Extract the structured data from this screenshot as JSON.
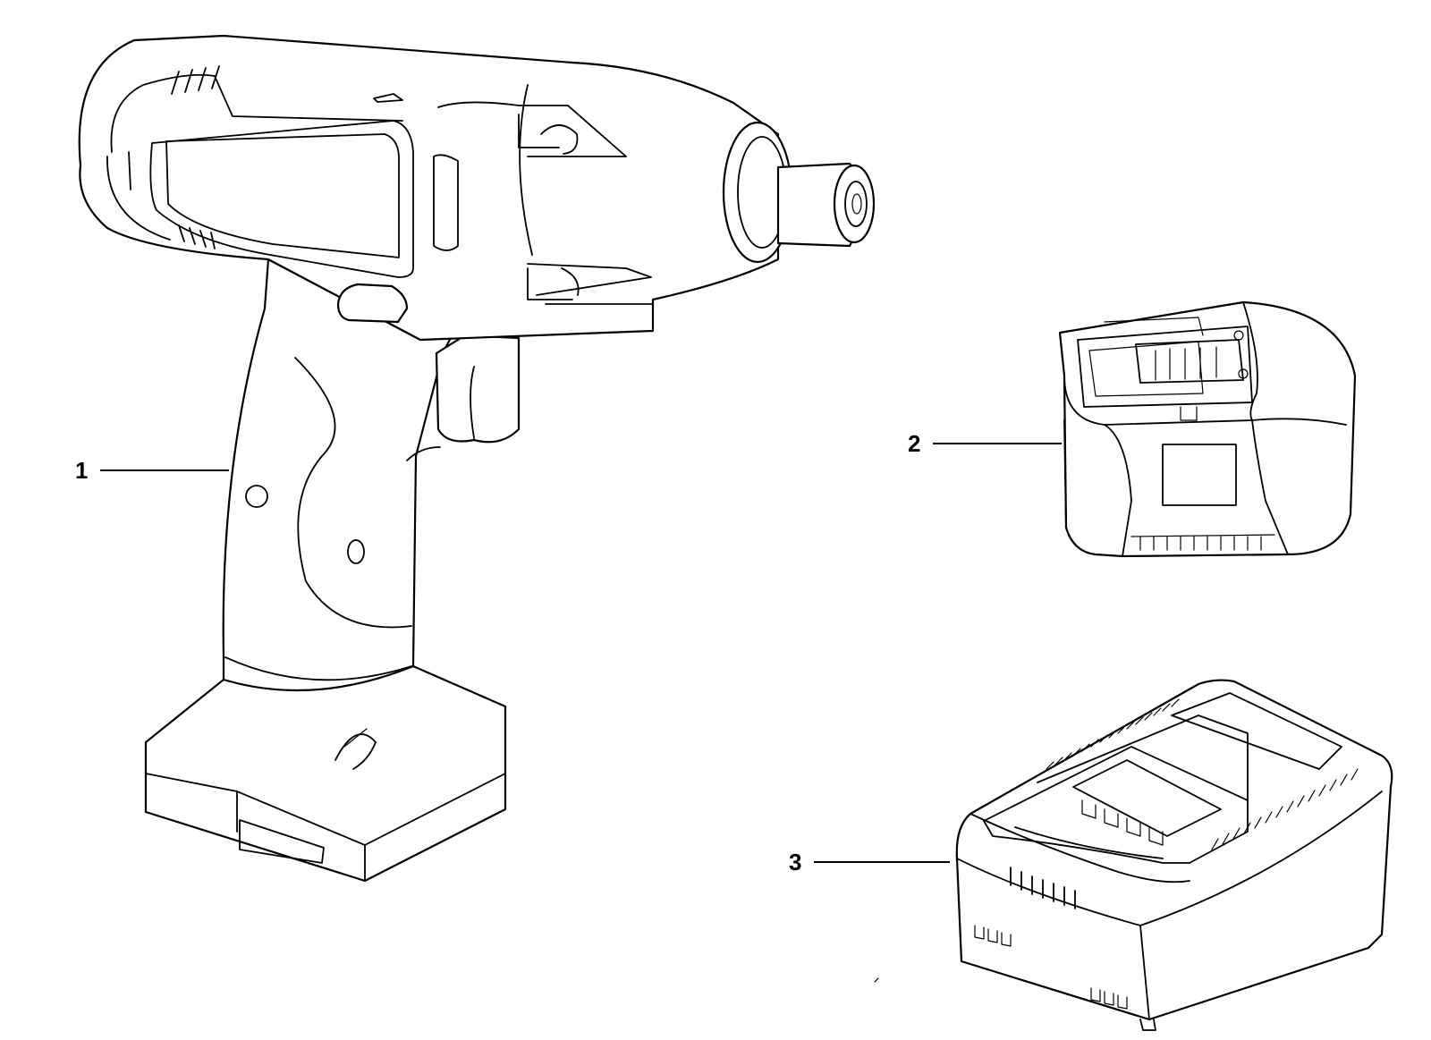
{
  "callouts": [
    {
      "id": "drill",
      "label": "1"
    },
    {
      "id": "battery",
      "label": "2"
    },
    {
      "id": "charger",
      "label": "3"
    }
  ],
  "colors": {
    "line": "#000000",
    "background": "#ffffff"
  }
}
